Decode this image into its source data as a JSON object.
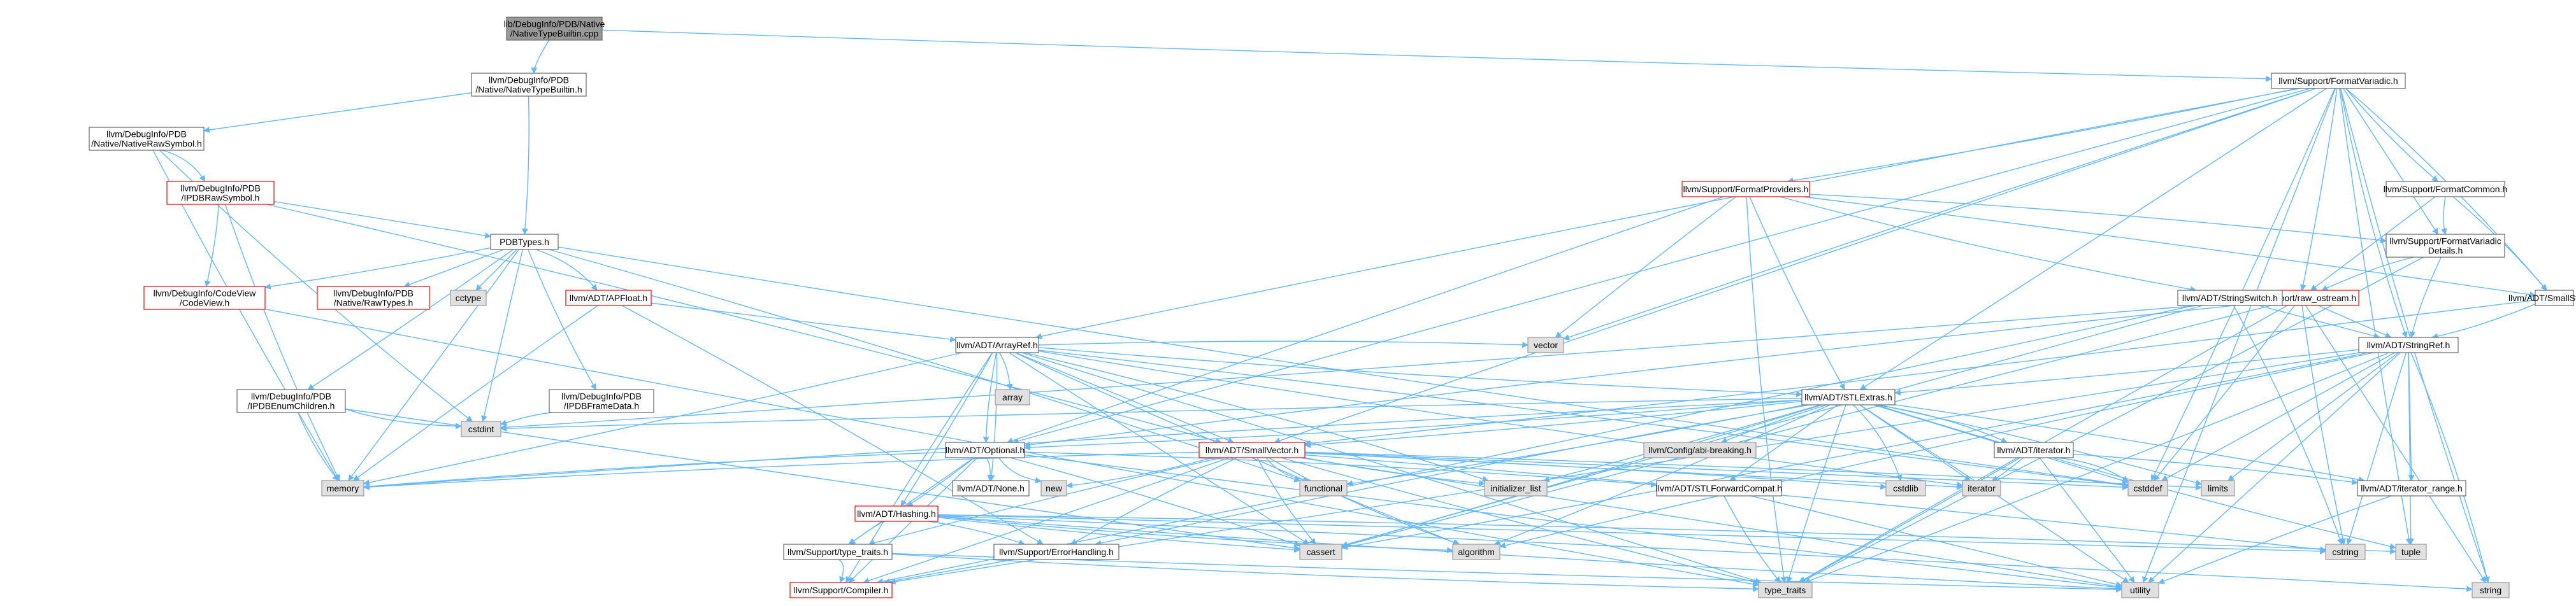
{
  "graph": {
    "colors": {
      "root_fill": "#999999",
      "root_stroke": "#666666",
      "node_fill": "#ffffff",
      "node_stroke": "#666666",
      "red_stroke": "#ff0000",
      "sys_fill": "#e0e0e0",
      "sys_stroke": "#999999",
      "edge_blue": "#63b8ff",
      "edge_green": "#63b8ff"
    },
    "nodes": [
      {
        "id": "root",
        "lines": [
          "lib/DebugInfo/PDB/Native",
          "/NativeTypeBuiltin.cpp"
        ],
        "kind": "root"
      },
      {
        "id": "ntb",
        "lines": [
          "llvm/DebugInfo/PDB",
          "/Native/NativeTypeBuiltin.h"
        ],
        "kind": "normal"
      },
      {
        "id": "nrs",
        "lines": [
          "llvm/DebugInfo/PDB",
          "/Native/NativeRawSymbol.h"
        ],
        "kind": "normal"
      },
      {
        "id": "ipdbrs",
        "lines": [
          "llvm/DebugInfo/PDB",
          "/IPDBRawSymbol.h"
        ],
        "kind": "red"
      },
      {
        "id": "pdbtypes",
        "lines": [
          "PDBTypes.h"
        ],
        "kind": "normal"
      },
      {
        "id": "codeview",
        "lines": [
          "llvm/DebugInfo/CodeView",
          "/CodeView.h"
        ],
        "kind": "red"
      },
      {
        "id": "rawtypes",
        "lines": [
          "llvm/DebugInfo/PDB",
          "/Native/RawTypes.h"
        ],
        "kind": "red"
      },
      {
        "id": "cctype",
        "lines": [
          "cctype"
        ],
        "kind": "sys"
      },
      {
        "id": "apfloat",
        "lines": [
          "llvm/ADT/APFloat.h"
        ],
        "kind": "red"
      },
      {
        "id": "enumchild",
        "lines": [
          "llvm/DebugInfo/PDB",
          "/IPDBEnumChildren.h"
        ],
        "kind": "normal"
      },
      {
        "id": "framedata",
        "lines": [
          "llvm/DebugInfo/PDB",
          "/IPDBFrameData.h"
        ],
        "kind": "normal"
      },
      {
        "id": "cstdint",
        "lines": [
          "cstdint"
        ],
        "kind": "sys"
      },
      {
        "id": "memory",
        "lines": [
          "memory"
        ],
        "kind": "sys"
      },
      {
        "id": "fmtvar",
        "lines": [
          "llvm/Support/FormatVariadic.h"
        ],
        "kind": "normal"
      },
      {
        "id": "fmtprov",
        "lines": [
          "llvm/Support/FormatProviders.h"
        ],
        "kind": "red"
      },
      {
        "id": "fmtcommon",
        "lines": [
          "llvm/Support/FormatCommon.h"
        ],
        "kind": "normal"
      },
      {
        "id": "fmtvardet",
        "lines": [
          "llvm/Support/FormatVariadic",
          "Details.h"
        ],
        "kind": "normal"
      },
      {
        "id": "rawostream",
        "lines": [
          "llvm/Support/raw_ostream.h"
        ],
        "kind": "red"
      },
      {
        "id": "smallstring",
        "lines": [
          "llvm/ADT/SmallString.h"
        ],
        "kind": "normal"
      },
      {
        "id": "stringswitch",
        "lines": [
          "llvm/ADT/StringSwitch.h"
        ],
        "kind": "normal"
      },
      {
        "id": "stringref",
        "lines": [
          "llvm/ADT/StringRef.h"
        ],
        "kind": "normal"
      },
      {
        "id": "arrayref",
        "lines": [
          "llvm/ADT/ArrayRef.h"
        ],
        "kind": "normal"
      },
      {
        "id": "array",
        "lines": [
          "array"
        ],
        "kind": "sys"
      },
      {
        "id": "vector",
        "lines": [
          "vector"
        ],
        "kind": "sys"
      },
      {
        "id": "stlextras",
        "lines": [
          "llvm/ADT/STLExtras.h"
        ],
        "kind": "normal"
      },
      {
        "id": "abibreak",
        "lines": [
          "llvm/Config/abi-breaking.h"
        ],
        "kind": "sys"
      },
      {
        "id": "adtiterator",
        "lines": [
          "llvm/ADT/iterator.h"
        ],
        "kind": "normal"
      },
      {
        "id": "optional",
        "lines": [
          "llvm/ADT/Optional.h"
        ],
        "kind": "normal"
      },
      {
        "id": "smallvector",
        "lines": [
          "llvm/ADT/SmallVector.h"
        ],
        "kind": "red"
      },
      {
        "id": "none",
        "lines": [
          "llvm/ADT/None.h"
        ],
        "kind": "normal"
      },
      {
        "id": "hashing",
        "lines": [
          "llvm/ADT/Hashing.h"
        ],
        "kind": "red"
      },
      {
        "id": "new",
        "lines": [
          "new"
        ],
        "kind": "sys"
      },
      {
        "id": "functional",
        "lines": [
          "functional"
        ],
        "kind": "sys"
      },
      {
        "id": "initlist",
        "lines": [
          "initializer_list"
        ],
        "kind": "sys"
      },
      {
        "id": "stlfwd",
        "lines": [
          "llvm/ADT/STLForwardCompat.h"
        ],
        "kind": "normal"
      },
      {
        "id": "cstdlib",
        "lines": [
          "cstdlib"
        ],
        "kind": "sys"
      },
      {
        "id": "iterator",
        "lines": [
          "iterator"
        ],
        "kind": "sys"
      },
      {
        "id": "cstddef",
        "lines": [
          "cstddef"
        ],
        "kind": "sys"
      },
      {
        "id": "limits",
        "lines": [
          "limits"
        ],
        "kind": "sys"
      },
      {
        "id": "iterrange",
        "lines": [
          "llvm/ADT/iterator_range.h"
        ],
        "kind": "normal"
      },
      {
        "id": "typetraitsh",
        "lines": [
          "llvm/Support/type_traits.h"
        ],
        "kind": "normal"
      },
      {
        "id": "errhandling",
        "lines": [
          "llvm/Support/ErrorHandling.h"
        ],
        "kind": "normal"
      },
      {
        "id": "cassert",
        "lines": [
          "cassert"
        ],
        "kind": "sys"
      },
      {
        "id": "algorithm",
        "lines": [
          "algorithm"
        ],
        "kind": "sys"
      },
      {
        "id": "cstring",
        "lines": [
          "cstring"
        ],
        "kind": "sys"
      },
      {
        "id": "tuple",
        "lines": [
          "tuple"
        ],
        "kind": "sys"
      },
      {
        "id": "compiler",
        "lines": [
          "llvm/Support/Compiler.h"
        ],
        "kind": "red"
      },
      {
        "id": "typetraits",
        "lines": [
          "type_traits"
        ],
        "kind": "sys"
      },
      {
        "id": "utility",
        "lines": [
          "utility"
        ],
        "kind": "sys"
      },
      {
        "id": "string",
        "lines": [
          "string"
        ],
        "kind": "sys"
      }
    ],
    "edges": [
      [
        "root",
        "ntb"
      ],
      [
        "root",
        "fmtvar"
      ],
      [
        "ntb",
        "nrs"
      ],
      [
        "ntb",
        "pdbtypes"
      ],
      [
        "nrs",
        "ipdbrs"
      ],
      [
        "nrs",
        "cstdint"
      ],
      [
        "nrs",
        "memory"
      ],
      [
        "ipdbrs",
        "pdbtypes"
      ],
      [
        "ipdbrs",
        "codeview"
      ],
      [
        "ipdbrs",
        "smallvector"
      ],
      [
        "ipdbrs",
        "memory"
      ],
      [
        "pdbtypes",
        "codeview"
      ],
      [
        "pdbtypes",
        "rawtypes"
      ],
      [
        "pdbtypes",
        "cctype"
      ],
      [
        "pdbtypes",
        "apfloat"
      ],
      [
        "pdbtypes",
        "enumchild"
      ],
      [
        "pdbtypes",
        "framedata"
      ],
      [
        "pdbtypes",
        "cstdint"
      ],
      [
        "pdbtypes",
        "memory"
      ],
      [
        "pdbtypes",
        "functional"
      ],
      [
        "pdbtypes",
        "cstddef"
      ],
      [
        "codeview",
        "typetraits"
      ],
      [
        "apfloat",
        "arrayref"
      ],
      [
        "apfloat",
        "errhandling"
      ],
      [
        "apfloat",
        "memory"
      ],
      [
        "enumchild",
        "cstdint"
      ],
      [
        "enumchild",
        "memory"
      ],
      [
        "enumchild",
        "cassert"
      ],
      [
        "framedata",
        "cstdint"
      ],
      [
        "fmtvar",
        "arrayref"
      ],
      [
        "fmtvar",
        "fmtprov"
      ],
      [
        "fmtvar",
        "fmtcommon"
      ],
      [
        "fmtvar",
        "fmtvardet"
      ],
      [
        "fmtvar",
        "rawostream"
      ],
      [
        "fmtvar",
        "smallstring"
      ],
      [
        "fmtvar",
        "stringref"
      ],
      [
        "fmtvar",
        "stlextras"
      ],
      [
        "fmtvar",
        "optional"
      ],
      [
        "fmtvar",
        "vector"
      ],
      [
        "fmtvar",
        "cstddef"
      ],
      [
        "fmtvar",
        "string"
      ],
      [
        "fmtvar",
        "tuple"
      ],
      [
        "fmtvar",
        "utility"
      ],
      [
        "fmtvar",
        "smallvector"
      ],
      [
        "fmtprov",
        "fmtvardet"
      ],
      [
        "fmtprov",
        "stringswitch"
      ],
      [
        "fmtprov",
        "stlextras"
      ],
      [
        "fmtprov",
        "optional"
      ],
      [
        "fmtprov",
        "smallstring"
      ],
      [
        "fmtprov",
        "vector"
      ],
      [
        "fmtprov",
        "typetraits"
      ],
      [
        "fmtcommon",
        "fmtvardet"
      ],
      [
        "fmtcommon",
        "rawostream"
      ],
      [
        "fmtcommon",
        "smallstring"
      ],
      [
        "fmtvardet",
        "rawostream"
      ],
      [
        "fmtvardet",
        "stringref"
      ],
      [
        "fmtvardet",
        "typetraits"
      ],
      [
        "rawostream",
        "stringref"
      ],
      [
        "rawostream",
        "cassert"
      ],
      [
        "rawostream",
        "cstddef"
      ],
      [
        "rawostream",
        "cstdint"
      ],
      [
        "rawostream",
        "cstring"
      ],
      [
        "rawostream",
        "string"
      ],
      [
        "rawostream",
        "typetraits"
      ],
      [
        "rawostream",
        "optional"
      ],
      [
        "smallstring",
        "stringref"
      ],
      [
        "smallstring",
        "smallvector"
      ],
      [
        "stringswitch",
        "stringref"
      ],
      [
        "stringswitch",
        "cassert"
      ],
      [
        "stringswitch",
        "cstring"
      ],
      [
        "stringswitch",
        "compiler"
      ],
      [
        "stringref",
        "stlextras"
      ],
      [
        "stringref",
        "iterrange"
      ],
      [
        "stringref",
        "compiler"
      ],
      [
        "stringref",
        "algorithm"
      ],
      [
        "stringref",
        "cassert"
      ],
      [
        "stringref",
        "cstddef"
      ],
      [
        "stringref",
        "cstring"
      ],
      [
        "stringref",
        "limits"
      ],
      [
        "stringref",
        "string"
      ],
      [
        "stringref",
        "typetraits"
      ],
      [
        "stringref",
        "utility"
      ],
      [
        "stringref",
        "tuple"
      ],
      [
        "arrayref",
        "array"
      ],
      [
        "arrayref",
        "vector"
      ],
      [
        "arrayref",
        "stlextras"
      ],
      [
        "arrayref",
        "optional"
      ],
      [
        "arrayref",
        "smallvector"
      ],
      [
        "arrayref",
        "none"
      ],
      [
        "arrayref",
        "hashing"
      ],
      [
        "arrayref",
        "compiler"
      ],
      [
        "arrayref",
        "algorithm"
      ],
      [
        "arrayref",
        "cassert"
      ],
      [
        "arrayref",
        "cstddef"
      ],
      [
        "arrayref",
        "initlist"
      ],
      [
        "arrayref",
        "iterator"
      ],
      [
        "arrayref",
        "memory"
      ],
      [
        "arrayref",
        "typetraits"
      ],
      [
        "stlextras",
        "abibreak"
      ],
      [
        "stlextras",
        "adtiterator"
      ],
      [
        "stlextras",
        "optional"
      ],
      [
        "stlextras",
        "smallvector"
      ],
      [
        "stlextras",
        "stlfwd"
      ],
      [
        "stlextras",
        "iterrange"
      ],
      [
        "stlextras",
        "errhandling"
      ],
      [
        "stlextras",
        "algorithm"
      ],
      [
        "stlextras",
        "cassert"
      ],
      [
        "stlextras",
        "cstddef"
      ],
      [
        "stlextras",
        "cstdint"
      ],
      [
        "stlextras",
        "cstdlib"
      ],
      [
        "stlextras",
        "functional"
      ],
      [
        "stlextras",
        "initlist"
      ],
      [
        "stlextras",
        "iterator"
      ],
      [
        "stlextras",
        "limits"
      ],
      [
        "stlextras",
        "memory"
      ],
      [
        "stlextras",
        "tuple"
      ],
      [
        "stlextras",
        "typetraits"
      ],
      [
        "stlextras",
        "utility"
      ],
      [
        "adtiterator",
        "iterrange"
      ],
      [
        "adtiterator",
        "cstddef"
      ],
      [
        "adtiterator",
        "iterator"
      ],
      [
        "adtiterator",
        "typetraits"
      ],
      [
        "adtiterator",
        "utility"
      ],
      [
        "optional",
        "none"
      ],
      [
        "optional",
        "stlfwd"
      ],
      [
        "optional",
        "hashing"
      ],
      [
        "optional",
        "compiler"
      ],
      [
        "optional",
        "typetraitsh"
      ],
      [
        "optional",
        "cassert"
      ],
      [
        "optional",
        "memory"
      ],
      [
        "optional",
        "new"
      ],
      [
        "optional",
        "utility"
      ],
      [
        "smallvector",
        "compiler"
      ],
      [
        "smallvector",
        "typetraitsh"
      ],
      [
        "smallvector",
        "errhandling"
      ],
      [
        "smallvector",
        "algorithm"
      ],
      [
        "smallvector",
        "cassert"
      ],
      [
        "smallvector",
        "cstddef"
      ],
      [
        "smallvector",
        "cstdlib"
      ],
      [
        "smallvector",
        "cstring"
      ],
      [
        "smallvector",
        "functional"
      ],
      [
        "smallvector",
        "initlist"
      ],
      [
        "smallvector",
        "iterator"
      ],
      [
        "smallvector",
        "limits"
      ],
      [
        "smallvector",
        "memory"
      ],
      [
        "smallvector",
        "new"
      ],
      [
        "smallvector",
        "typetraits"
      ],
      [
        "smallvector",
        "utility"
      ],
      [
        "hashing",
        "errhandling"
      ],
      [
        "hashing",
        "typetraitsh"
      ],
      [
        "hashing",
        "algorithm"
      ],
      [
        "hashing",
        "cassert"
      ],
      [
        "hashing",
        "cstring"
      ],
      [
        "hashing",
        "string"
      ],
      [
        "hashing",
        "tuple"
      ],
      [
        "hashing",
        "utility"
      ],
      [
        "stlfwd",
        "typetraits"
      ],
      [
        "stlfwd",
        "utility"
      ],
      [
        "iterrange",
        "utility"
      ],
      [
        "typetraitsh",
        "compiler"
      ],
      [
        "typetraitsh",
        "typetraits"
      ],
      [
        "typetraitsh",
        "utility"
      ],
      [
        "errhandling",
        "compiler"
      ]
    ]
  }
}
